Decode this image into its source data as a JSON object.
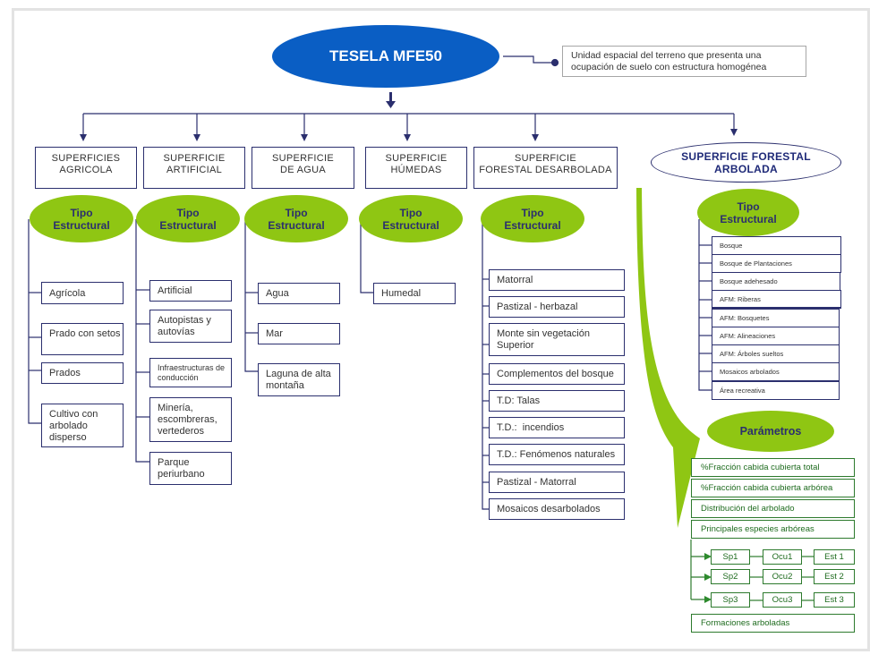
{
  "root": {
    "title": "TESELA MFE50",
    "definition": "Unidad espacial del terreno que presenta una ocupación de suelo con estructura homogénea"
  },
  "categories": [
    {
      "label_line1": "SUPERFICIES",
      "label_line2": "AGRICOLA",
      "tipo_line1": "Tipo",
      "tipo_line2": "Estructural",
      "items": [
        "Agrícola",
        "Prado con setos",
        "Prados",
        "Cultivo con arbolado disperso"
      ]
    },
    {
      "label_line1": "SUPERFICIE",
      "label_line2": "ARTIFICIAL",
      "tipo_line1": "Tipo",
      "tipo_line2": "Estructural",
      "items": [
        "Artificial",
        "Autopistas y autovías",
        "Infraestructuras de conducción",
        "Minería, escombreras, vertederos",
        "Parque periurbano"
      ]
    },
    {
      "label_line1": "SUPERFICIE",
      "label_line2": "DE AGUA",
      "tipo_line1": "Tipo",
      "tipo_line2": "Estructural",
      "items": [
        "Agua",
        "Mar",
        "Laguna de alta montaña"
      ]
    },
    {
      "label_line1": "SUPERFICIE",
      "label_line2": "HÚMEDAS",
      "tipo_line1": "Tipo",
      "tipo_line2": "Estructural",
      "items": [
        "Humedal"
      ]
    },
    {
      "label_line1": "SUPERFICIE",
      "label_line2": "FORESTAL DESARBOLADA",
      "tipo_line1": "Tipo",
      "tipo_line2": "Estructural",
      "items": [
        "Matorral",
        "Pastizal - herbazal",
        "Monte sin vegetación Superior",
        "Complementos del bosque",
        "T.D: Talas",
        "T.D.:  incendios",
        "T.D.: Fenómenos naturales",
        "Pastizal - Matorral",
        "Mosaicos desarbolados"
      ]
    },
    {
      "label_line1": "SUPERFICIE FORESTAL",
      "label_line2": "ARBOLADA",
      "tipo_line1": "Tipo",
      "tipo_line2": "Estructural",
      "items": [
        "Bosque",
        "Bosque de Plantaciones",
        "Bosque adehesado",
        "AFM: Riberas",
        "AFM: Bosquetes",
        "AFM: Alineaciones",
        "AFM: Árboles sueltos",
        "Mosaicos arbolados",
        "Área recreativa"
      ]
    }
  ],
  "parametros": {
    "title": "Parámetros",
    "items": [
      "%Fracción cabida cubierta total",
      "%Fracción cabida cubierta arbórea",
      "Distribución del arbolado",
      "Principales especies arbóreas"
    ],
    "species_rows": [
      {
        "sp": "Sp1",
        "ocu": "Ocu1",
        "est": "Est 1"
      },
      {
        "sp": "Sp2",
        "ocu": "Ocu2",
        "est": "Est 2"
      },
      {
        "sp": "Sp3",
        "ocu": "Ocu3",
        "est": "Est 3"
      }
    ],
    "last_item": "Formaciones arboladas"
  },
  "colors": {
    "root_fill": "#0a5ec4",
    "line": "#2b2f6e",
    "green_fill": "#8fc613",
    "param_border": "#2d7a2d"
  }
}
